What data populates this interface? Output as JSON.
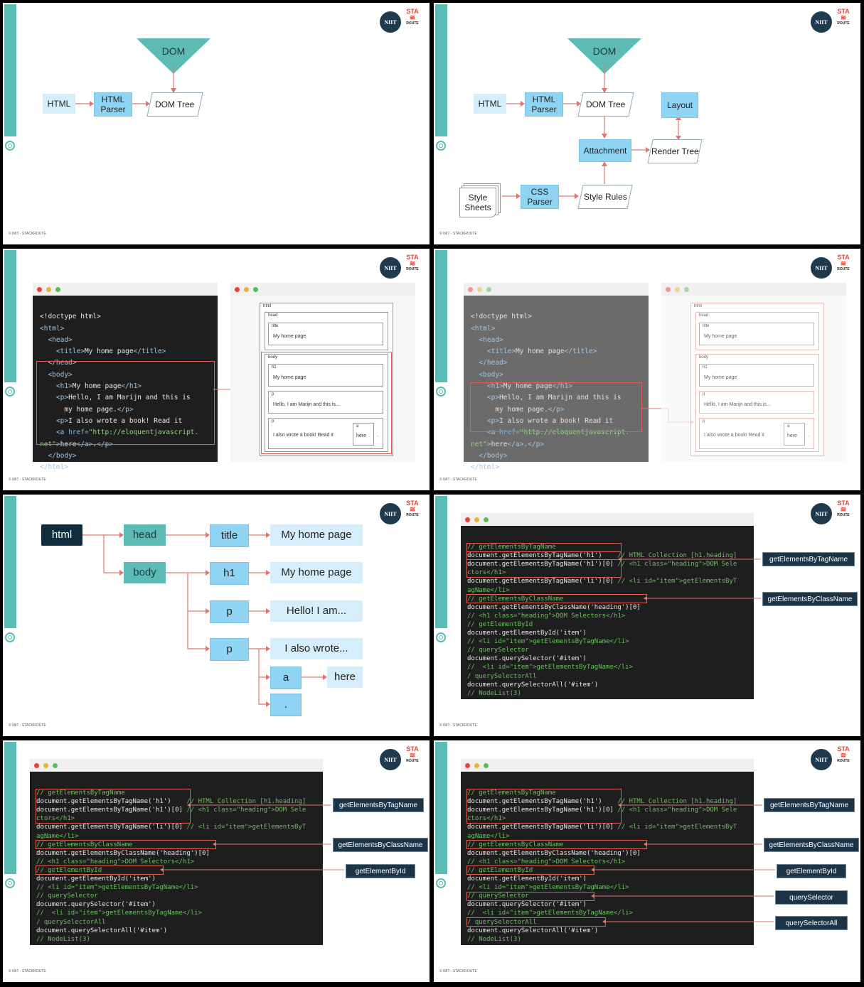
{
  "copyright": "© NIIT - STACKROUTE",
  "logo": {
    "niit": "NIIT",
    "sta": "STA",
    "route": "ROUTE",
    "brand_color": "#e0443a",
    "accent_color": "#5cbcb5"
  },
  "slide1": {
    "dom": "DOM",
    "html": "HTML",
    "parser": "HTML Parser",
    "tree": "DOM Tree"
  },
  "slide2": {
    "dom": "DOM",
    "html": "HTML",
    "parser": "HTML Parser",
    "tree": "DOM Tree",
    "layout": "Layout",
    "attachment": "Attachment",
    "render": "Render Tree",
    "sheets": "Style Sheets",
    "css": "CSS Parser",
    "rules": "Style Rules"
  },
  "html_code": {
    "l1": "<!doctype html>",
    "l2": "<html>",
    "l3": "<head>",
    "l4_open": "<title>",
    "l4_text": "My home page",
    "l4_close": "</title>",
    "l5": "</head>",
    "l6": "<body>",
    "l7_open": "<h1>",
    "l7_text": "My home page",
    "l7_close": "</h1>",
    "l8_open": "<p>",
    "l8_text": "Hello, I am Marijn and this is",
    "l9_text": "my home page.",
    "l9_close": "</p>",
    "l10_open": "<p>",
    "l10_text": "I also wrote a book! Read it",
    "l11_a": "<a",
    "l11_attr": " href=",
    "l11_val": "\"http://eloquentjavascript.",
    "l12_val": "net\"",
    "l12_gt": ">",
    "l12_text": "here",
    "l12_close": "</a>",
    "l12_dot": ".",
    "l12_pclose": "</p>",
    "l13": "</body>",
    "l14": "</html>"
  },
  "dom_render": {
    "html": "html",
    "head": "head",
    "title": "title",
    "title_text": "My home page",
    "body": "body",
    "h1": "h1",
    "h1_text": "My home page",
    "p": "p",
    "p1_text": "Hello, I am Marijn and this is...",
    "p2_text": "I also wrote a book! Read it",
    "a": "a",
    "a_text": "here",
    "dot": "."
  },
  "tree5": {
    "html": "html",
    "head": "head",
    "title": "title",
    "title_text": "My home page",
    "body": "body",
    "h1": "h1",
    "h1_text": "My home page",
    "p1": "p",
    "p1_text": "Hello! I am...",
    "p2": "p",
    "p2_text": "I also wrote...",
    "a": "a",
    "a_text": "here",
    "dot": "."
  },
  "js_code": {
    "c1": "// getElementsByTagName",
    "c2": "document.getElementsByTagName('h1')",
    "c2b": "// HTML Collection [h1.heading]",
    "c3": "document.getElementsByTagName('h1')[0]",
    "c3b": "// <h1 class=\"heading\">DOM Sele",
    "c4": "ctors</h1>",
    "c5": "document.getElementsByTagName('li')[0]",
    "c5b": "// <li id=\"item\">getElementsByT",
    "c6": "agName</li>",
    "c7": "// getElementsByClassName",
    "c8": "document.getElementsByClassName('heading')[0]",
    "c9": "// <h1 class=\"heading\">DOM Selectors</h1>",
    "c10": "// getElementById",
    "c11": "document.getElementById('item')",
    "c12": "// <li id=\"item\">getElementsByTagName</li>",
    "c13": "// querySelector",
    "c14": "document.querySelector('#item')",
    "c15": "//  <li id=\"item\">getElementsByTagName</li>",
    "c16": "/ querySelectorAll",
    "c17": "document.querySelectorAll('#item')",
    "c18": "// NodeList(3)"
  },
  "labels": {
    "byTag": "getElementsByTagName",
    "byClass": "getElementsByClassName",
    "byId": "getElementById",
    "qs": "querySelector",
    "qsa": "querySelectorAll"
  }
}
